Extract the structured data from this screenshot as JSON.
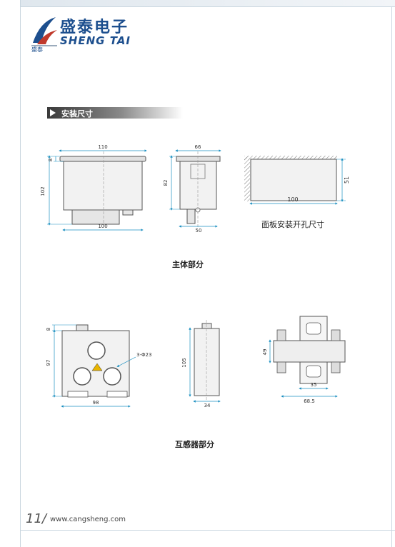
{
  "header": {
    "brand_cn": "盛泰电子",
    "brand_en": "SHENG TAI",
    "brand_small": "盛泰"
  },
  "section": {
    "title": "安装尺寸"
  },
  "main_body": {
    "front_view": {
      "width_top": "110",
      "width_bottom": "100",
      "height_total": "102",
      "top_thickness": "8"
    },
    "side_view": {
      "width_top": "66",
      "height": "82",
      "width_bottom": "50"
    },
    "cutout": {
      "width": "100",
      "height": "51",
      "label": "面板安装开孔尺寸"
    },
    "caption": "主体部分"
  },
  "transformer": {
    "front_view": {
      "height_top": "8",
      "height": "97",
      "width": "98",
      "hole_label": "3-Φ23"
    },
    "side_view": {
      "height": "105",
      "width": "34"
    },
    "top_view": {
      "height": "49",
      "inner_width": "35",
      "outer_width": "68.5"
    },
    "caption": "互感器部分"
  },
  "footer": {
    "page_number": "11/",
    "url": "www.cangsheng.com"
  },
  "colors": {
    "brand_blue": "#1d4f8e",
    "dim_cyan": "#1a8fc0",
    "frame": "#c9d6df"
  }
}
